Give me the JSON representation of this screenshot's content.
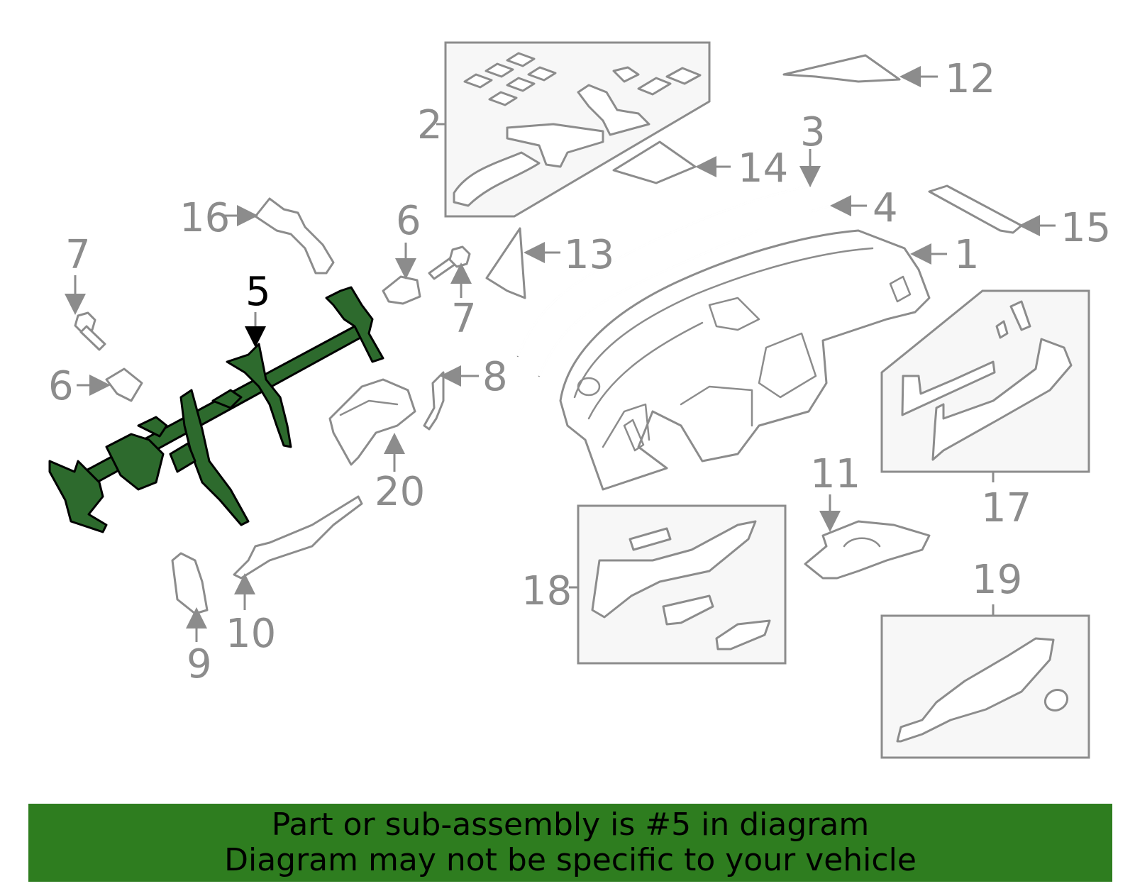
{
  "diagram": {
    "highlighted_part": "5",
    "colors": {
      "highlight": "#2d6a2d",
      "banner": "#2e7d1f",
      "line": "#8c8c8c"
    },
    "callouts": {
      "c1": "1",
      "c2": "2",
      "c3": "3",
      "c4": "4",
      "c5": "5",
      "c6a": "6",
      "c6b": "6",
      "c7a": "7",
      "c7b": "7",
      "c8": "8",
      "c9": "9",
      "c10": "10",
      "c11": "11",
      "c12": "12",
      "c13": "13",
      "c14": "14",
      "c15": "15",
      "c16": "16",
      "c17": "17",
      "c18": "18",
      "c19": "19",
      "c20": "20"
    }
  },
  "banner": {
    "line1": "Part or sub-assembly is #5 in diagram",
    "line2": "Diagram may not be specific to your vehicle"
  }
}
